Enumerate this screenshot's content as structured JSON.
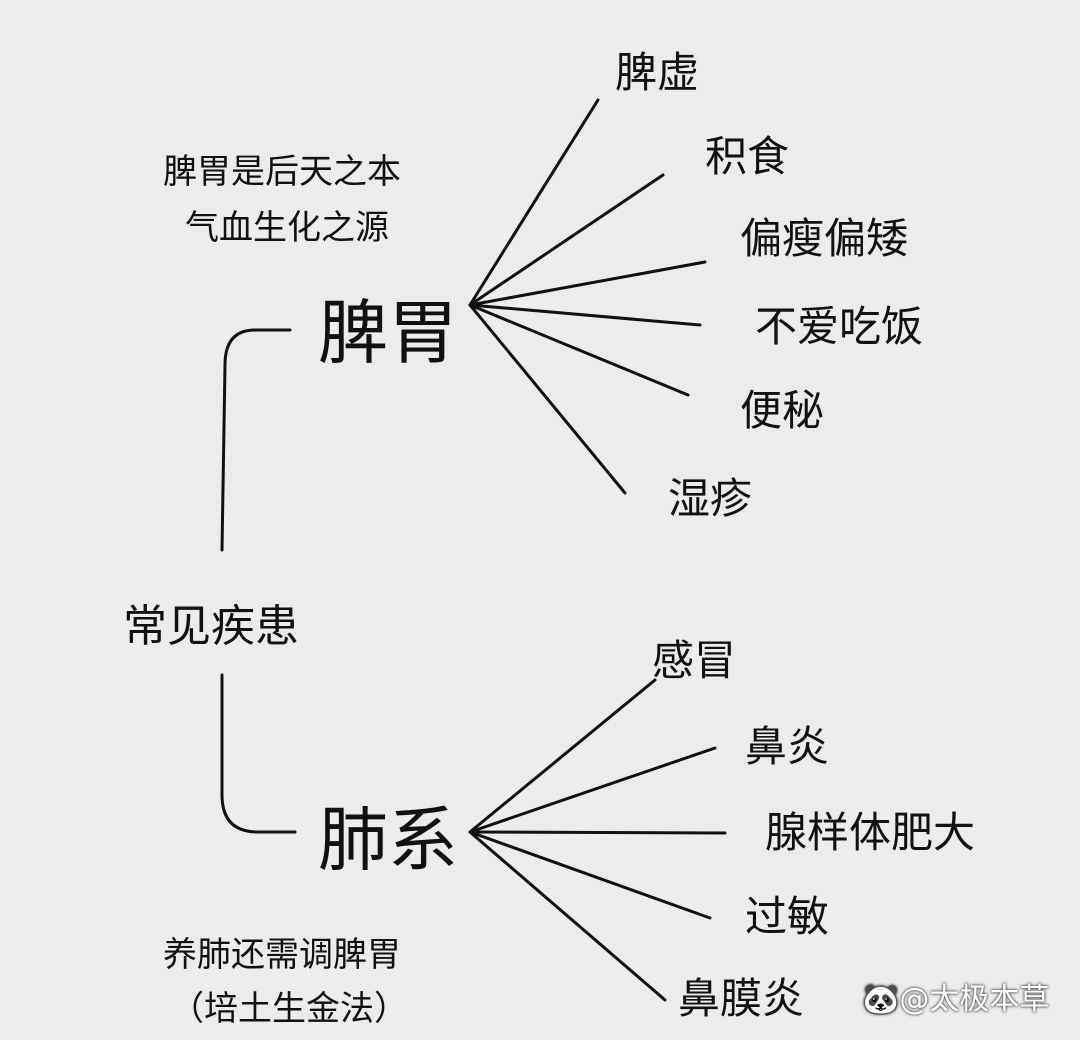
{
  "root": "常见疾患",
  "spleen": {
    "title": "脾胃",
    "note": [
      "脾胃是后天之本",
      "气血生化之源"
    ],
    "items": [
      "脾虚",
      "积食",
      "偏瘦偏矮",
      "不爱吃饭",
      "便秘",
      "湿疹"
    ]
  },
  "lung": {
    "title": "肺系",
    "note": [
      "养肺还需调脾胃",
      "（培土生金法）"
    ],
    "items": [
      "感冒",
      "鼻炎",
      "腺样体肥大",
      "过敏",
      "鼻膜炎"
    ]
  },
  "watermark": "@太极本草"
}
